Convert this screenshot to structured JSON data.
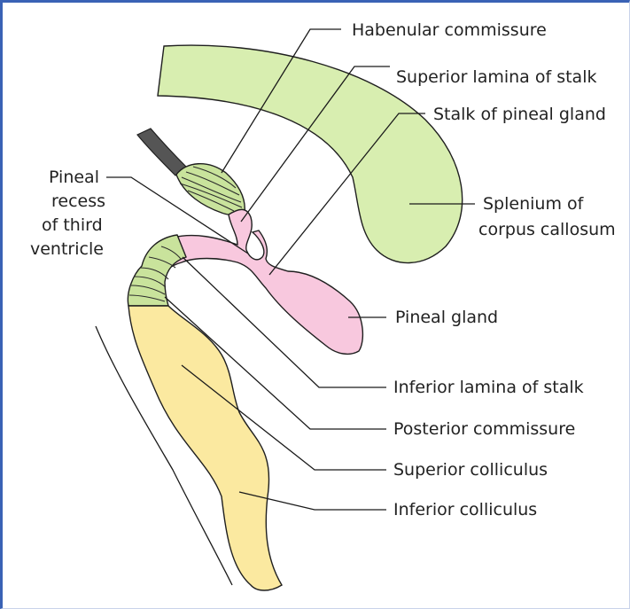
{
  "labels": {
    "habenular_commissure": "Habenular commissure",
    "superior_lamina": "Superior lamina of stalk",
    "stalk": "Stalk of pineal gland",
    "pineal_recess": [
      "Pineal",
      "recess",
      "of third",
      "ventricle"
    ],
    "splenium": [
      "Splenium of",
      "corpus callosum"
    ],
    "pineal_gland": "Pineal gland",
    "inferior_lamina": "Inferior lamina of stalk",
    "posterior_commissure": "Posterior commissure",
    "superior_colliculus": "Superior colliculus",
    "inferior_colliculus": "Inferior colliculus"
  },
  "colors": {
    "corpus_callosum": "#d8eeb0",
    "pineal": "#f8c8de",
    "colliculi": "#fbe9a0",
    "commissure": "#c9e39c",
    "frame": "#3a62b5"
  }
}
